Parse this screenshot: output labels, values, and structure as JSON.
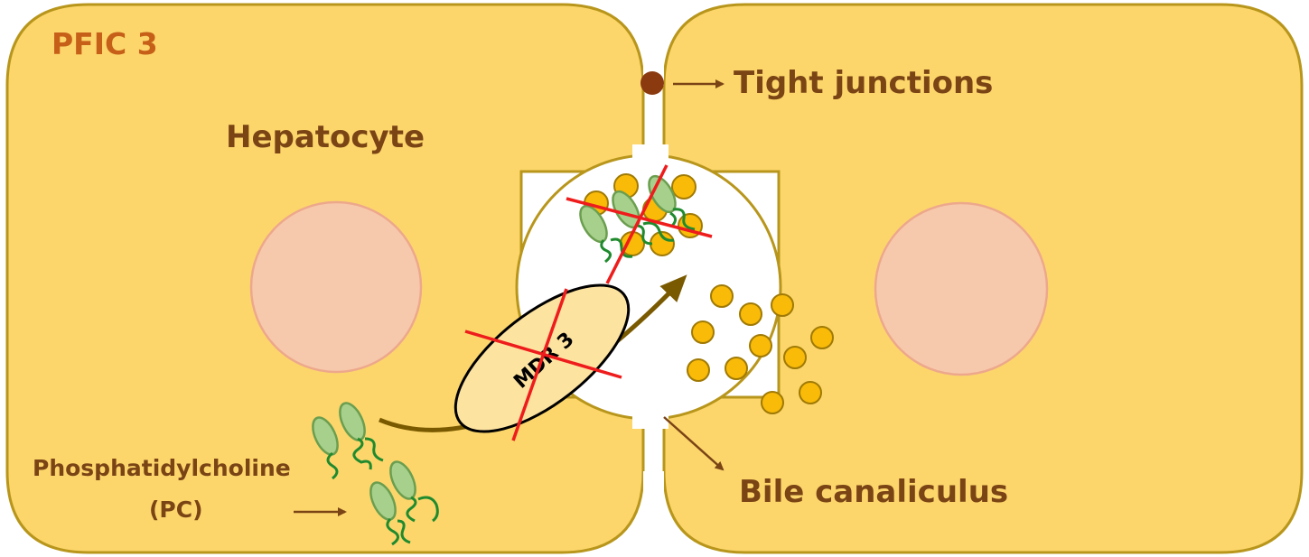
{
  "diagram": {
    "title": "PFIC 3",
    "labels": {
      "hepatocyte": "Hepatocyte",
      "tight_junctions": "Tight junctions",
      "bile_canaliculus": "Bile canaliculus",
      "pc_line1": "Phosphatidylcholine",
      "pc_line2": "(PC)",
      "transporter": "MDR 3"
    },
    "colors": {
      "cell_fill": "#FCD66B",
      "cell_stroke": "#B8961C",
      "nucleus_fill": "#F7C9AC",
      "nucleus_stroke": "#EDA88C",
      "title_color": "#C65F18",
      "label_color": "#7A4415",
      "arrow_color": "#7A4415",
      "flow_arrow": "#7A5A00",
      "tight_junction": "#8B3A10",
      "bile_salt_fill": "#F9BA08",
      "bile_salt_stroke": "#A07A05",
      "pc_head_fill": "#A6D08B",
      "pc_head_stroke": "#6B9E4F",
      "pc_tail": "#1F8A2E",
      "transporter_fill": "#FDE3A0",
      "cross_out": "#EE1C1C"
    }
  }
}
